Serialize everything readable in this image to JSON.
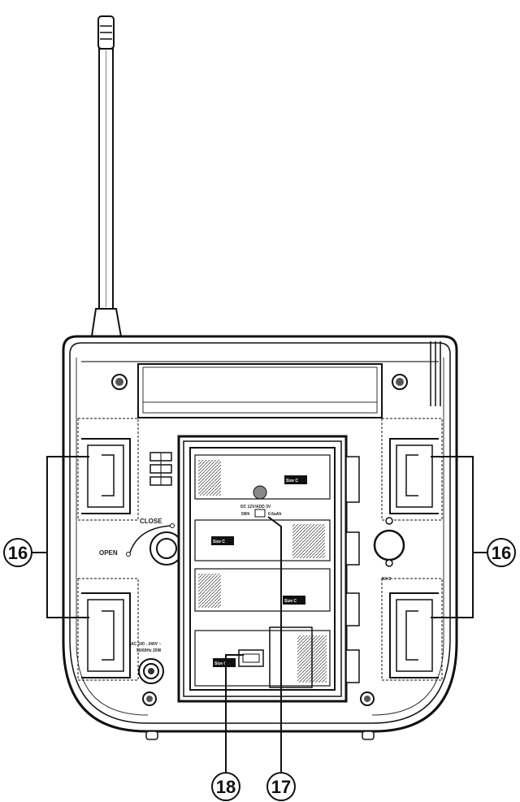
{
  "callouts": {
    "left": "16",
    "right": "16",
    "bottom_left": "18",
    "bottom_right": "17"
  },
  "labels": {
    "close": "CLOSE",
    "open": "OPEN",
    "ac_line1": "AC 100 - 240V ~",
    "ac_line2": "50/60Hz 20W",
    "nx": "NX 5",
    "switch_line1": "DC 12V/ADD 3V",
    "switch_line2": "5Wh",
    "switch_line3": "0.5aAh",
    "battery_size": "Size C"
  }
}
